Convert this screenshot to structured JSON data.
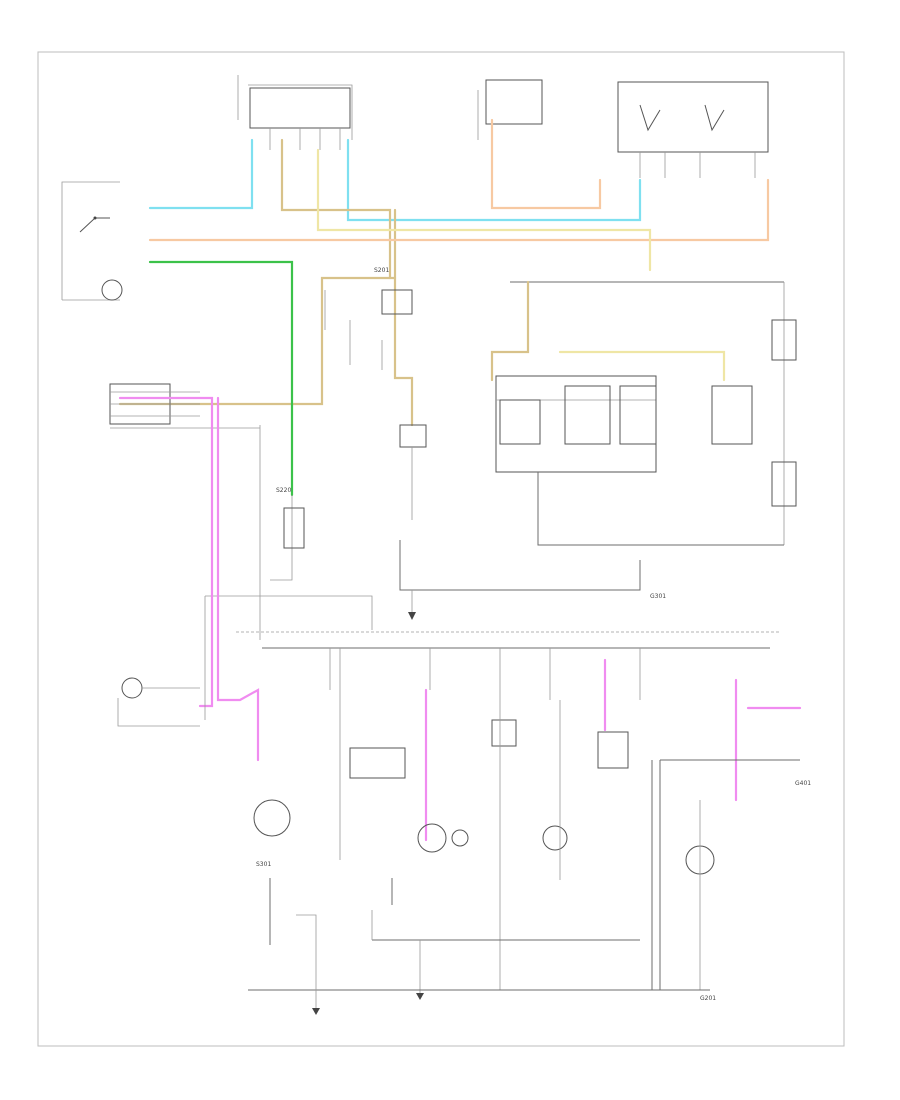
{
  "diagram": {
    "code_label": "",
    "ground_labels": [
      "G201",
      "G301",
      "G401"
    ],
    "splice_labels": [
      "S201",
      "S220",
      "S301"
    ],
    "wire_colors": {
      "light_blue": "#7fe0f0",
      "tan": "#d8c28a",
      "orange": "#f7c9a2",
      "green": "#3cc24a",
      "pink": "#f08cf0",
      "yellow": "#efe6a5",
      "line_gray": "#6e6e6e"
    }
  }
}
